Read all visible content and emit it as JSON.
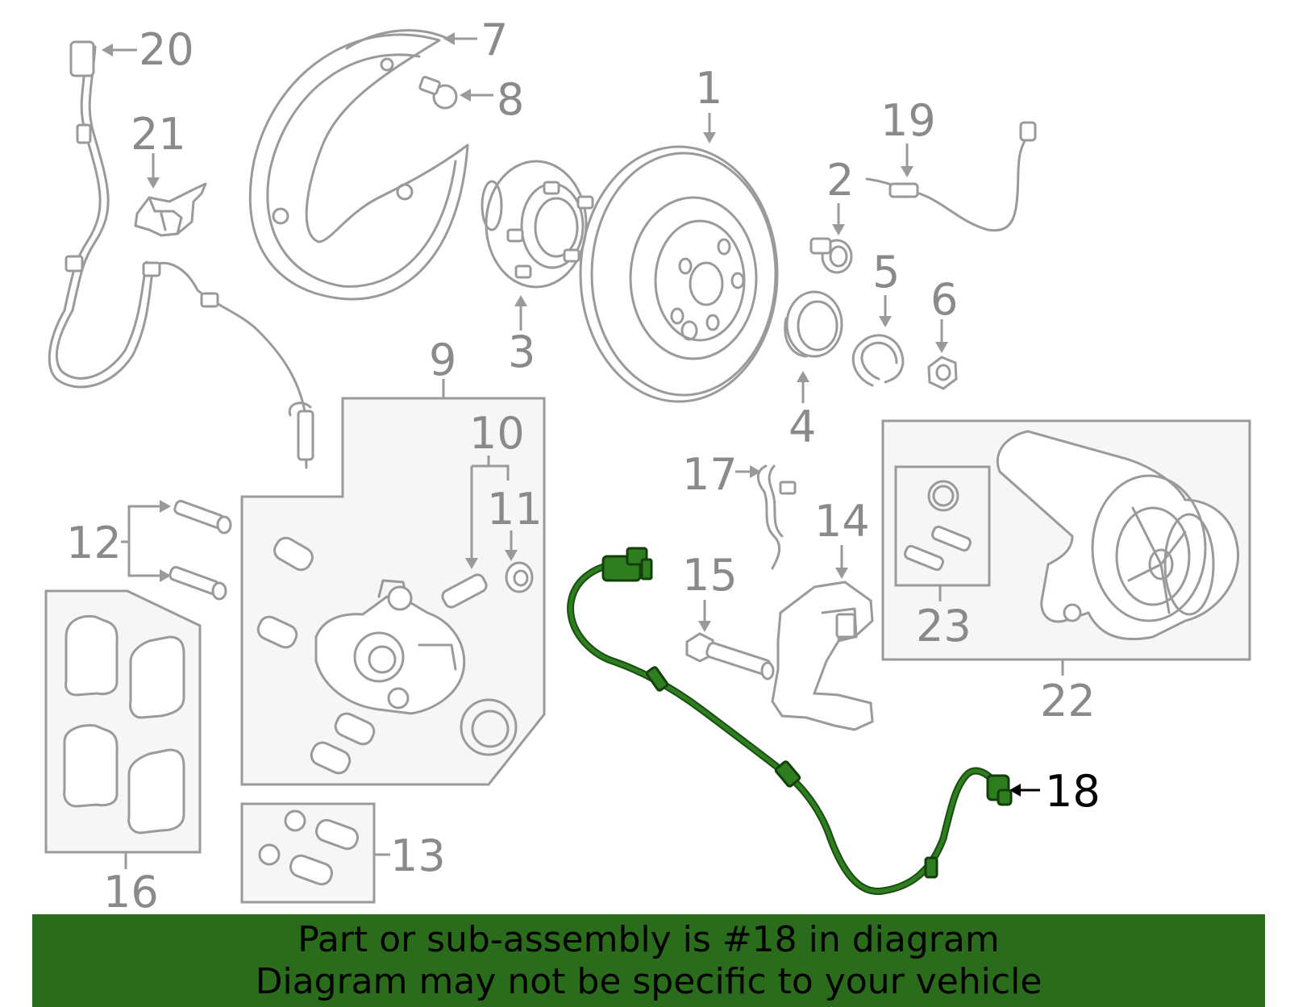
{
  "diagram": {
    "highlight_color": "#2e7d1e",
    "line_color": "#9a9a9a",
    "highlighted_part": "18",
    "callouts": {
      "c1": "1",
      "c2": "2",
      "c3": "3",
      "c4": "4",
      "c5": "5",
      "c6": "6",
      "c7": "7",
      "c8": "8",
      "c9": "9",
      "c10": "10",
      "c11": "11",
      "c12": "12",
      "c13": "13",
      "c14": "14",
      "c15": "15",
      "c16": "16",
      "c17": "17",
      "c18": "18",
      "c19": "19",
      "c20": "20",
      "c21": "21",
      "c22": "22",
      "c23": "23"
    }
  },
  "banner": {
    "background": "#2a6c1b",
    "line1": "Part or sub-assembly is #18 in diagram",
    "line2": "Diagram may not be specific to your vehicle"
  }
}
